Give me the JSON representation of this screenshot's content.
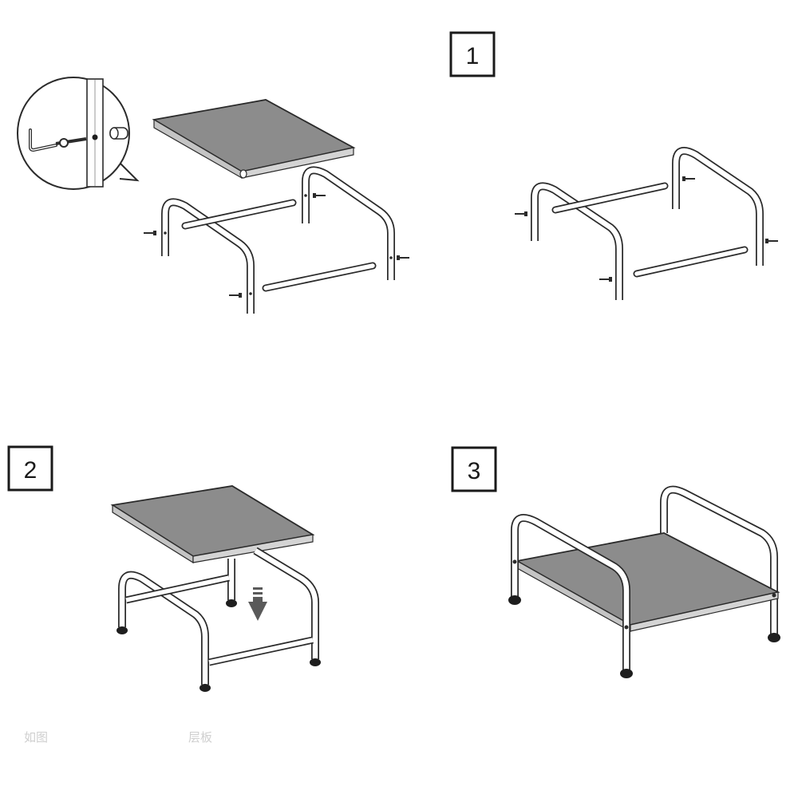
{
  "steps": [
    {
      "number": "1"
    },
    {
      "number": "2"
    },
    {
      "number": "3"
    }
  ],
  "footer": {
    "left_caption": "如图",
    "right_caption": "层板"
  },
  "colors": {
    "line": "#2b2b2b",
    "panel_fill": "#8c8c8c",
    "panel_edge": "#c4c4c4",
    "feet": "#1e1e1e",
    "arrow": "#5a5a5a"
  }
}
